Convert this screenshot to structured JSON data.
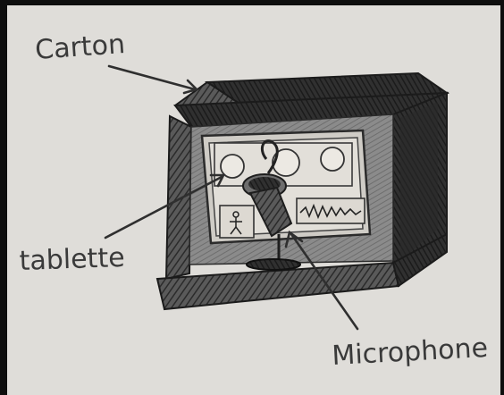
{
  "labels": {
    "carton": "Carton",
    "tablette": "tablette",
    "microphone": "Microphone"
  },
  "colors": {
    "paper": "#e9e7e2",
    "pencil": "#3a3a3a",
    "dark_pencil": "#262626",
    "frame": "#0e0e0e"
  }
}
